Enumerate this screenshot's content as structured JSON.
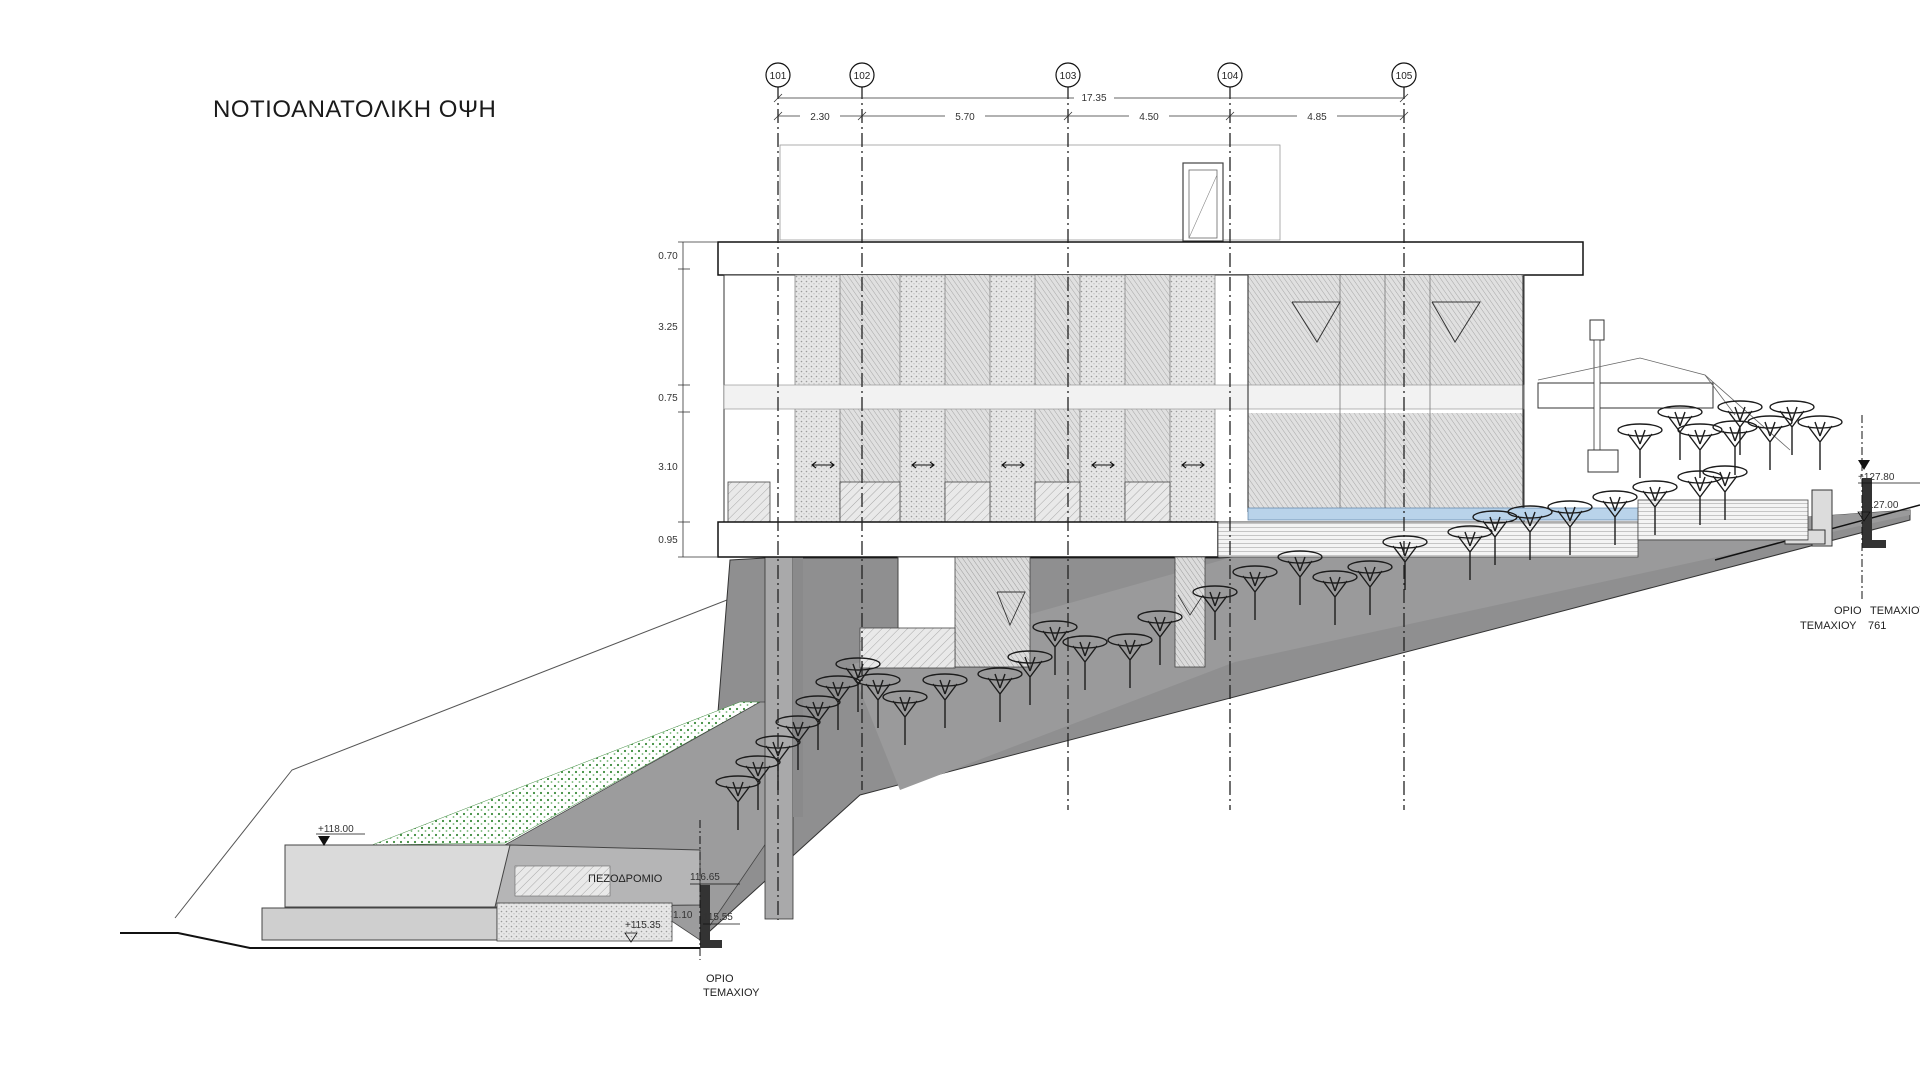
{
  "title": "ΝΟΤΙΟΑΝΑΤΟΛΙΚΗ ΟΨΗ",
  "grid_axes": [
    "101",
    "102",
    "103",
    "104",
    "105"
  ],
  "dimensions": {
    "overall": "17.35",
    "spans": [
      "2.30",
      "5.70",
      "4.50",
      "4.85"
    ],
    "vertical": [
      "0.70",
      "3.25",
      "0.75",
      "3.10",
      "0.95"
    ]
  },
  "elevations": {
    "left_upper": "+118.00",
    "left_mid": "116.65",
    "left_a": "115.55",
    "left_b": "+115.35",
    "left_height": "1.10",
    "right_upper": "+127.80",
    "right_lower": "+127.00"
  },
  "labels": {
    "sidewalk": "ΠΕΖΟΔΡΟΜΙΟ",
    "boundary_left_1": "ΟΡΙΟ",
    "boundary_left_2": "ΤΕΜΑΧΙΟΥ",
    "boundary_right_1": "ΟΡΙΟ",
    "boundary_right_2": "ΤΕΜΑΧΙΟΥ",
    "boundary_right_3": "ΤΕΜΑΧΙΟΥ",
    "boundary_right_4": "761"
  },
  "colors": {
    "retaining_wall": "#9a9a9b",
    "wall_dark": "#6e6e70",
    "glass_hatch": "#bdbdbd",
    "vegetation": "#3d8b3d",
    "pool": "#b9d3ea",
    "tree": "#1c1c1c"
  }
}
